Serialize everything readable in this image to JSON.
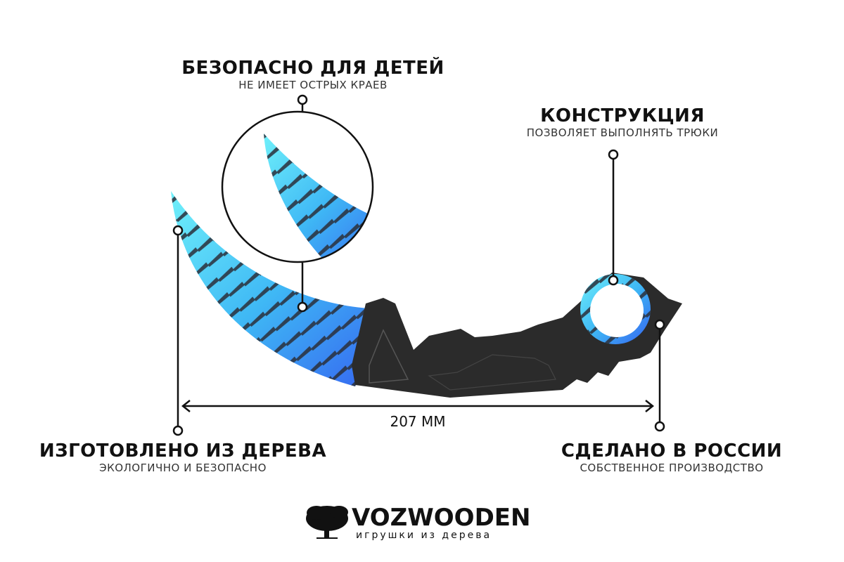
{
  "features": [
    {
      "title": "БЕЗОПАСНО ДЛЯ ДЕТЕЙ",
      "subtitle": "НЕ ИМЕЕТ ОСТРЫХ КРАЕВ"
    },
    {
      "title": "КОНСТРУКЦИЯ",
      "subtitle": "ПОЗВОЛЯЕТ ВЫПОЛНЯТЬ ТРЮКИ"
    },
    {
      "title": "ИЗГОТОВЛЕНО ИЗ ДЕРЕВА",
      "subtitle": "ЭКОЛОГИЧНО И БЕЗОПАСНО"
    },
    {
      "title": "СДЕЛАНО В РОССИИ",
      "subtitle": "СОБСТВЕННОЕ ПРОИЗВОДСТВО"
    }
  ],
  "dimension": "207 ММ",
  "brand": {
    "name": "VOZWOODEN",
    "tagline": "игрушки из дерева"
  },
  "colors": {
    "blade_light": "#5ee8f5",
    "blade_dark": "#3a6cf0",
    "handle": "#2b2b2b"
  }
}
